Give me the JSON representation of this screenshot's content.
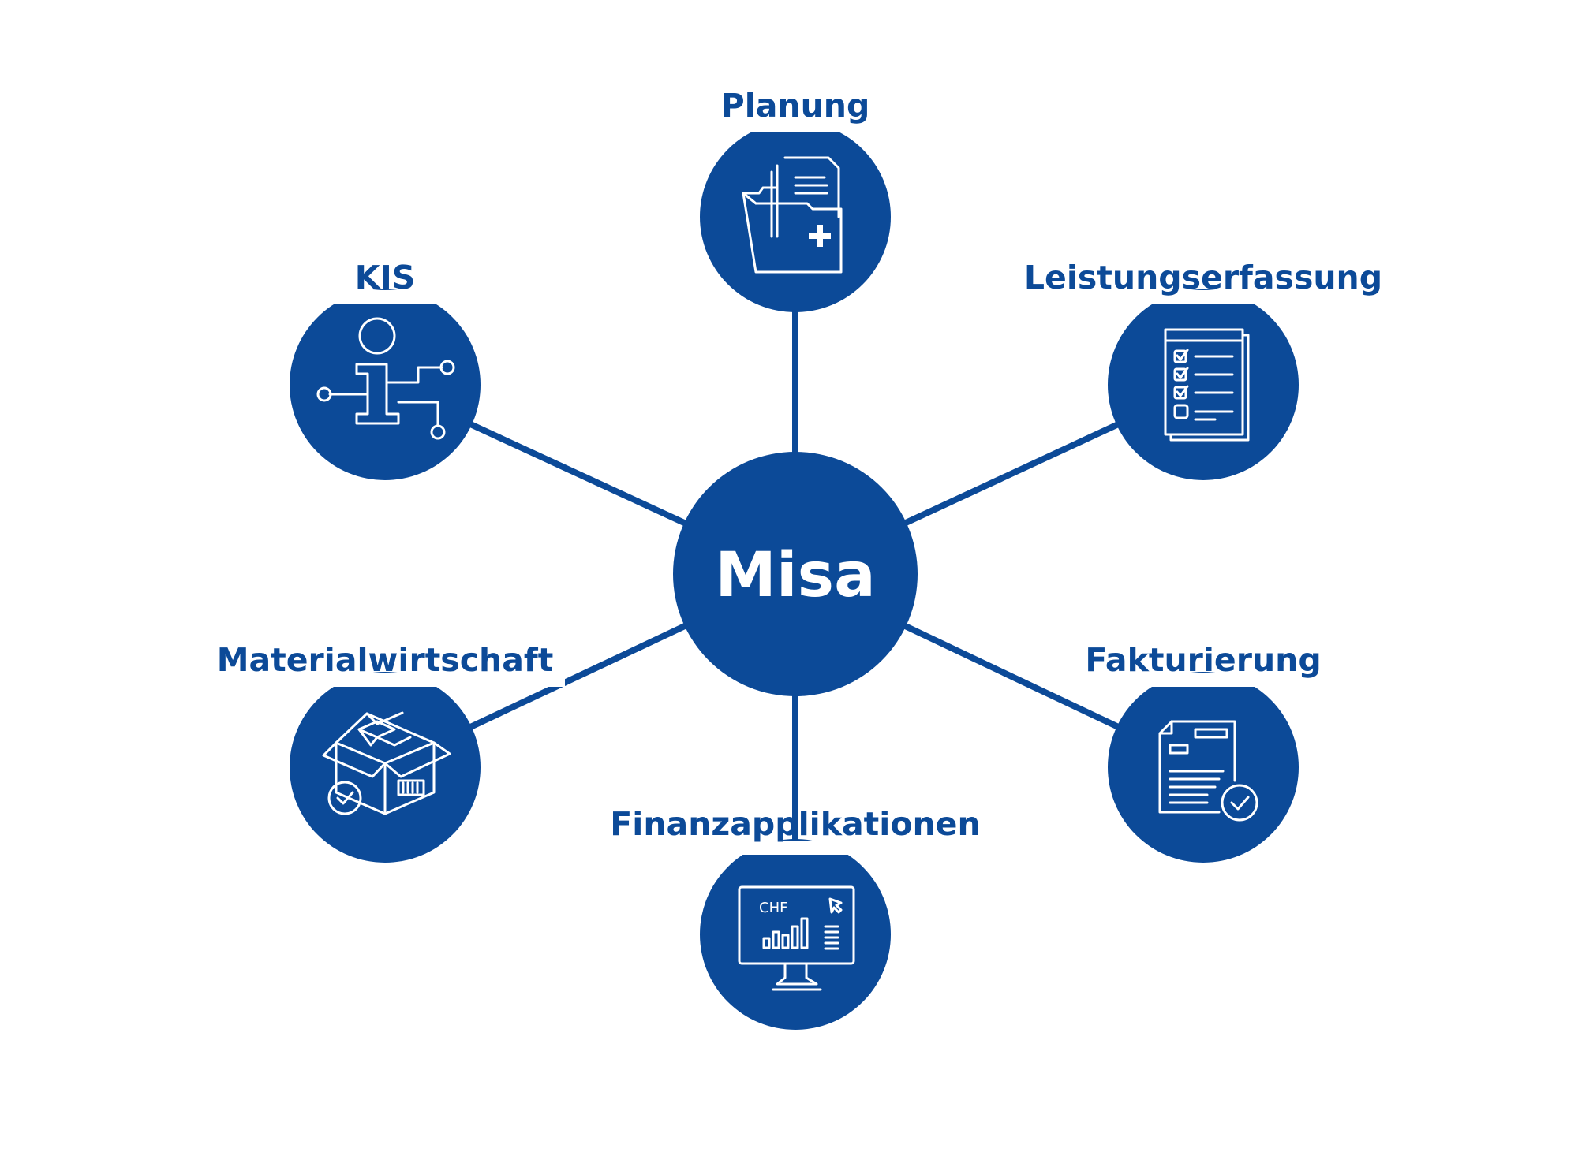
{
  "diagram": {
    "center": {
      "label": "Misa"
    },
    "nodes": [
      {
        "id": "planung",
        "label": "Planung",
        "icon": "folder-documents-plus-icon"
      },
      {
        "id": "kis",
        "label": "KIS",
        "icon": "info-circuit-icon"
      },
      {
        "id": "leistungserfassung",
        "label": "Leistungserfassung",
        "icon": "checklist-icon"
      },
      {
        "id": "materialwirtschaft",
        "label": "Materialwirtschaft",
        "icon": "open-box-check-icon"
      },
      {
        "id": "fakturierung",
        "label": "Fakturierung",
        "icon": "invoice-check-icon"
      },
      {
        "id": "finanzapplikationen",
        "label": "Finanzapplikationen",
        "icon": "monitor-chart-icon",
        "icon_text": "CHF"
      }
    ],
    "colors": {
      "primary": "#0c4a98",
      "background": "#ffffff",
      "icon": "#ffffff"
    }
  }
}
